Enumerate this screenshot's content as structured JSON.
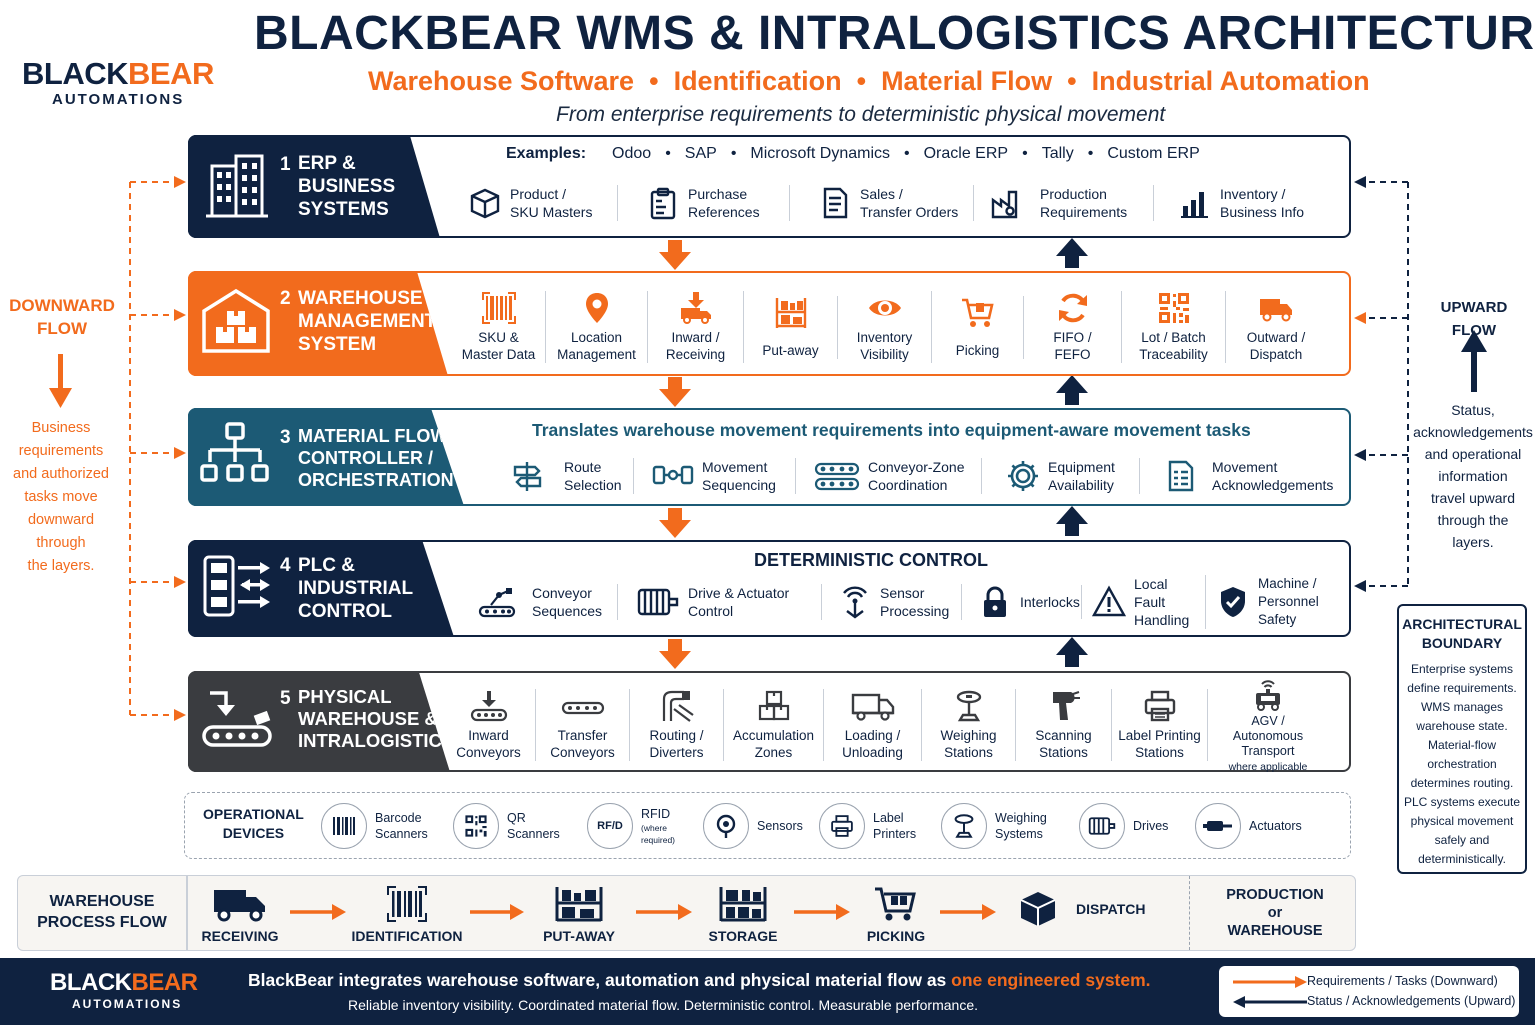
{
  "brand": {
    "logo_black": "BLACK",
    "logo_bear": "BEAR",
    "logo_sub": "AUTOMATIONS"
  },
  "header": {
    "title": "BLACKBEAR WMS & INTRALOGISTICS ARCHITECTURE",
    "subtitle_parts": [
      "Warehouse Software",
      "Identification",
      "Material Flow",
      "Industrial Automation"
    ],
    "tagline": "From enterprise requirements to deterministic physical movement"
  },
  "colors": {
    "navy": "#0f2240",
    "orange": "#f26b1d",
    "teal": "#1c5a75",
    "charcoal": "#3a3c40"
  },
  "left_panel": {
    "title": "DOWNWARD\nFLOW",
    "text": "Business\nrequirements\nand authorized\ntasks move\ndownward\nthrough\nthe layers."
  },
  "right_panel": {
    "title": "UPWARD FLOW",
    "text": "Status,\nacknowledgements\nand operational\ninformation\ntravel upward\nthrough the\nlayers."
  },
  "boundary": {
    "title": "ARCHITECTURAL\nBOUNDARY",
    "text": "Enterprise systems\ndefine requirements.\nWMS manages\nwarehouse state.\nMaterial-flow\norchestration\ndetermines routing.\nPLC systems execute\nphysical movement\nsafely and\ndeterministically."
  },
  "layers": {
    "l1": {
      "num": "1",
      "name": "ERP &\nBUSINESS\nSYSTEMS",
      "examples_label": "Examples:",
      "examples": [
        "Odoo",
        "SAP",
        "Microsoft Dynamics",
        "Oracle ERP",
        "Tally",
        "Custom ERP"
      ],
      "items": [
        {
          "label": "Product /\nSKU Masters",
          "icon": "box-icon"
        },
        {
          "label": "Purchase\nReferences",
          "icon": "clipboard-icon"
        },
        {
          "label": "Sales /\nTransfer Orders",
          "icon": "document-icon"
        },
        {
          "label": "Production\nRequirements",
          "icon": "factory-icon"
        },
        {
          "label": "Inventory /\nBusiness Info",
          "icon": "bar-chart-icon"
        }
      ]
    },
    "l2": {
      "num": "2",
      "name": "WAREHOUSE\nMANAGEMENT\nSYSTEM",
      "items": [
        {
          "label": "SKU &\nMaster Data",
          "icon": "barcode-icon"
        },
        {
          "label": "Location\nManagement",
          "icon": "location-pin-icon"
        },
        {
          "label": "Inward /\nReceiving",
          "icon": "truck-down-icon"
        },
        {
          "label": "Put-away",
          "icon": "shelf-icon"
        },
        {
          "label": "Inventory\nVisibility",
          "icon": "eye-icon"
        },
        {
          "label": "Picking",
          "icon": "cart-icon"
        },
        {
          "label": "FIFO /\nFEFO",
          "icon": "cycle-icon"
        },
        {
          "label": "Lot / Batch\nTraceability",
          "icon": "qr-icon"
        },
        {
          "label": "Outward /\nDispatch",
          "icon": "truck-icon"
        }
      ]
    },
    "l3": {
      "num": "3",
      "name": "MATERIAL FLOW\nCONTROLLER /\nORCHESTRATION",
      "headline": "Translates warehouse movement requirements into equipment-aware movement tasks",
      "items": [
        {
          "label": "Route\nSelection",
          "icon": "signpost-icon"
        },
        {
          "label": "Movement\nSequencing",
          "icon": "sequence-icon"
        },
        {
          "label": "Conveyor-Zone\nCoordination",
          "icon": "conveyor-icon"
        },
        {
          "label": "Equipment\nAvailability",
          "icon": "gear-icon"
        },
        {
          "label": "Movement\nAcknowledgements",
          "icon": "checklist-icon"
        }
      ]
    },
    "l4": {
      "num": "4",
      "name": "PLC &\nINDUSTRIAL\nCONTROL",
      "headline": "DETERMINISTIC CONTROL",
      "items": [
        {
          "label": "Conveyor\nSequences",
          "icon": "robot-arm-icon"
        },
        {
          "label": "Drive & Actuator\nControl",
          "icon": "motor-icon"
        },
        {
          "label": "Sensor\nProcessing",
          "icon": "sensor-icon"
        },
        {
          "label": "Interlocks",
          "icon": "lock-icon"
        },
        {
          "label": "Local Fault\nHandling",
          "icon": "warning-icon"
        },
        {
          "label": "Machine / Personnel\nSafety",
          "icon": "shield-icon"
        }
      ]
    },
    "l5": {
      "num": "5",
      "name": "PHYSICAL\nWAREHOUSE &\nINTRALOGISTICS",
      "items": [
        {
          "label": "Inward\nConveyors",
          "icon": "conveyor-down-icon"
        },
        {
          "label": "Transfer\nConveyors",
          "icon": "conveyor-icon"
        },
        {
          "label": "Routing /\nDiverters",
          "icon": "diverter-icon"
        },
        {
          "label": "Accumulation\nZones",
          "icon": "boxes-icon"
        },
        {
          "label": "Loading /\nUnloading",
          "icon": "truck-icon"
        },
        {
          "label": "Weighing\nStations",
          "icon": "scale-icon"
        },
        {
          "label": "Scanning\nStations",
          "icon": "scanner-gun-icon"
        },
        {
          "label": "Label Printing\nStations",
          "icon": "printer-icon"
        },
        {
          "label": "AGV /\nAutonomous Transport",
          "sub": "where applicable",
          "icon": "agv-icon"
        }
      ]
    }
  },
  "devices": {
    "title": "OPERATIONAL\nDEVICES",
    "items": [
      {
        "label": "Barcode\nScanners",
        "icon": "barcode-icon"
      },
      {
        "label": "QR\nScanners",
        "icon": "qr-icon"
      },
      {
        "label": "RFID",
        "sub": "(where required)",
        "icon": "rfid-icon",
        "glyph": "RF/D"
      },
      {
        "label": "Sensors",
        "icon": "sensor-icon"
      },
      {
        "label": "Label\nPrinters",
        "icon": "printer-icon"
      },
      {
        "label": "Weighing\nSystems",
        "icon": "scale-icon"
      },
      {
        "label": "Drives",
        "icon": "motor-icon"
      },
      {
        "label": "Actuators",
        "icon": "actuator-icon"
      }
    ]
  },
  "process": {
    "title": "WAREHOUSE\nPROCESS FLOW",
    "steps": [
      {
        "label": "RECEIVING",
        "icon": "truck-icon"
      },
      {
        "label": "IDENTIFICATION",
        "icon": "barcode-icon"
      },
      {
        "label": "PUT-AWAY",
        "icon": "shelf-icon"
      },
      {
        "label": "STORAGE",
        "icon": "shelf-icon"
      },
      {
        "label": "PICKING",
        "icon": "cart-icon"
      },
      {
        "label": "DISPATCH",
        "icon": "box-icon"
      }
    ],
    "end_label": "PRODUCTION\nor\nWAREHOUSE"
  },
  "footer": {
    "main_prefix": "BlackBear integrates warehouse software, automation and physical material flow as ",
    "main_highlight": "one engineered system.",
    "sub": "Reliable inventory visibility. Coordinated material flow. Deterministic control. Measurable performance.",
    "legend_down": "Requirements / Tasks (Downward)",
    "legend_up": "Status / Acknowledgements (Upward)"
  }
}
